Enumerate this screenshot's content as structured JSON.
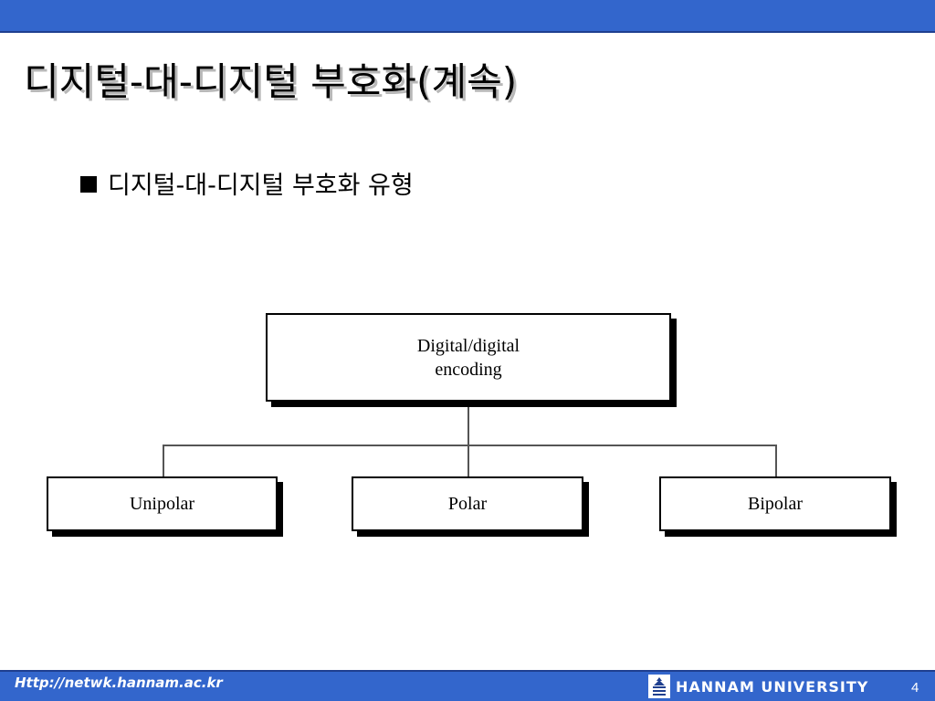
{
  "slide": {
    "title": "디지털-대-디지털 부호화(계속)",
    "bullet": "디지털-대-디지털 부호화 유형"
  },
  "diagram": {
    "root": {
      "line1": "Digital/digital",
      "line2": "encoding"
    },
    "children": [
      "Unipolar",
      "Polar",
      "Bipolar"
    ]
  },
  "footer": {
    "url": "Http://netwk.hannam.ac.kr",
    "university": "HANNAM  UNIVERSITY",
    "page": "4"
  },
  "colors": {
    "band": "#3366cc",
    "band_edge": "#1f3f8f"
  }
}
